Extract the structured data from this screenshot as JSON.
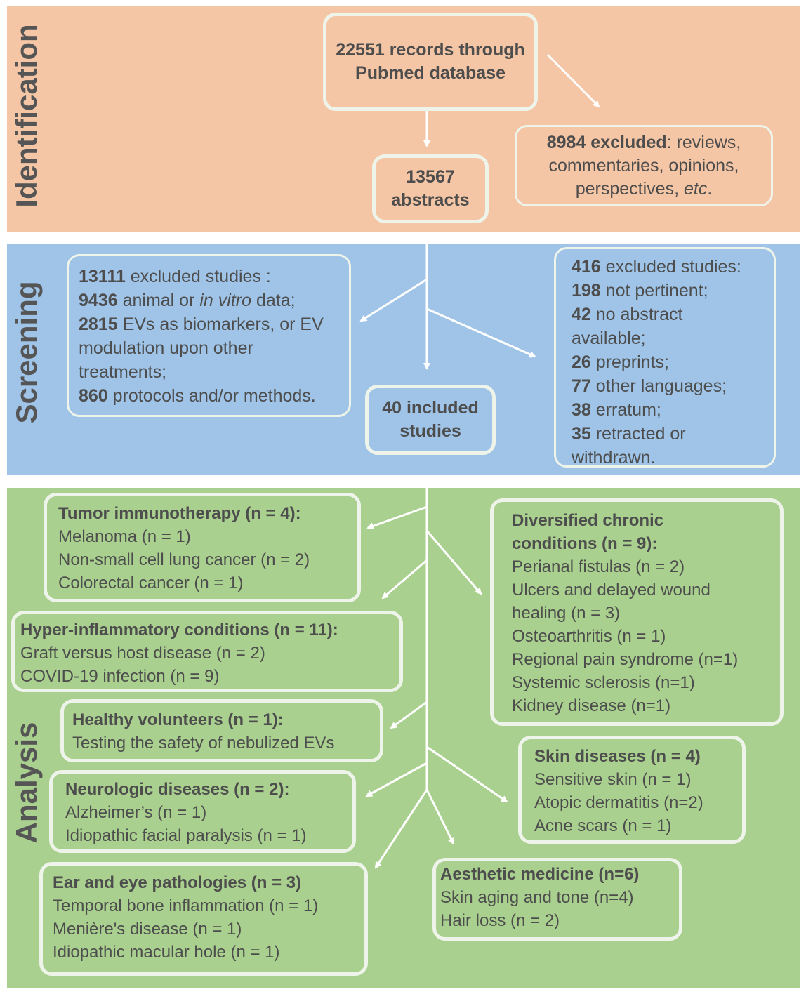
{
  "stages": {
    "identification": "Identification",
    "screening": "Screening",
    "analysis": "Analysis"
  },
  "identification": {
    "records": "22551 records through Pubmed database",
    "excluded_count": "8984 excluded",
    "excluded_reasons": "reviews, commentaries, opinions, perspectives,",
    "excluded_etc": "etc",
    "abstracts": "13567 abstracts"
  },
  "screening": {
    "left": {
      "total_count": "13111",
      "total_label": "excluded studies :",
      "animal_count": "9436",
      "animal_label": "animal or",
      "in_vitro": "in vitro",
      "animal_tail": "data;",
      "biomarker_count": "2815",
      "biomarker_label": "EVs as biomarkers, or EV modulation upon other treatments;",
      "protocols_count": "860",
      "protocols_label": "protocols and/or methods."
    },
    "included": "40 included studies",
    "right": {
      "total_count": "416",
      "total_label": "excluded studies:",
      "items": [
        {
          "count": "198",
          "label": "not pertinent;"
        },
        {
          "count": "42",
          "label": "no abstract available;"
        },
        {
          "count": "26",
          "label": "preprints;"
        },
        {
          "count": "77",
          "label": "other languages;"
        },
        {
          "count": "38",
          "label": "erratum;"
        },
        {
          "count": "35",
          "label": "retracted or withdrawn."
        }
      ]
    }
  },
  "analysis": {
    "tumor": {
      "title": "Tumor immunotherapy (n = 4):",
      "items": [
        "Melanoma (n = 1)",
        "Non-small cell lung cancer (n = 2)",
        "Colorectal cancer (n = 1)"
      ]
    },
    "hyper": {
      "title": "Hyper-inflammatory conditions (n = 11):",
      "items": [
        "Graft versus host disease (n = 2)",
        "COVID-19 infection (n = 9)"
      ]
    },
    "healthy": {
      "title": "Healthy volunteers (n = 1):",
      "items": [
        "Testing the safety of nebulized EVs"
      ]
    },
    "neuro": {
      "title": "Neurologic diseases (n = 2):",
      "items": [
        "Alzheimer’s (n = 1)",
        "Idiopathic facial paralysis  (n = 1)"
      ]
    },
    "eareye": {
      "title": "Ear and eye pathologies (n = 3)",
      "items": [
        "Temporal bone inflammation (n = 1)",
        "Menière's disease (n = 1)",
        "Idiopathic macular hole (n = 1)"
      ]
    },
    "chronic": {
      "title_l1": "Diversified chronic",
      "title_l2": "conditions (n = 9):",
      "items": [
        "Perianal fistulas (n = 2)",
        "Ulcers and delayed wound",
        "healing (n = 3)",
        "Osteoarthritis (n = 1)",
        "Regional pain syndrome (n=1)",
        "Systemic sclerosis (n=1)",
        "Kidney disease (n=1)"
      ]
    },
    "skin": {
      "title": "Skin diseases (n = 4)",
      "items": [
        "Sensitive skin (n = 1)",
        "Atopic dermatitis (n=2)",
        "Acne scars (n = 1)"
      ]
    },
    "aesthetic": {
      "title": "Aesthetic medicine (n=6)",
      "items": [
        "Skin aging and tone (n=4)",
        "Hair loss (n = 2)"
      ]
    }
  },
  "colors": {
    "identification": "#f5c6a5",
    "screening": "#9fc4e7",
    "analysis": "#a9d08e",
    "box_border": "#eef4ea",
    "text": "#4d4d4d"
  }
}
